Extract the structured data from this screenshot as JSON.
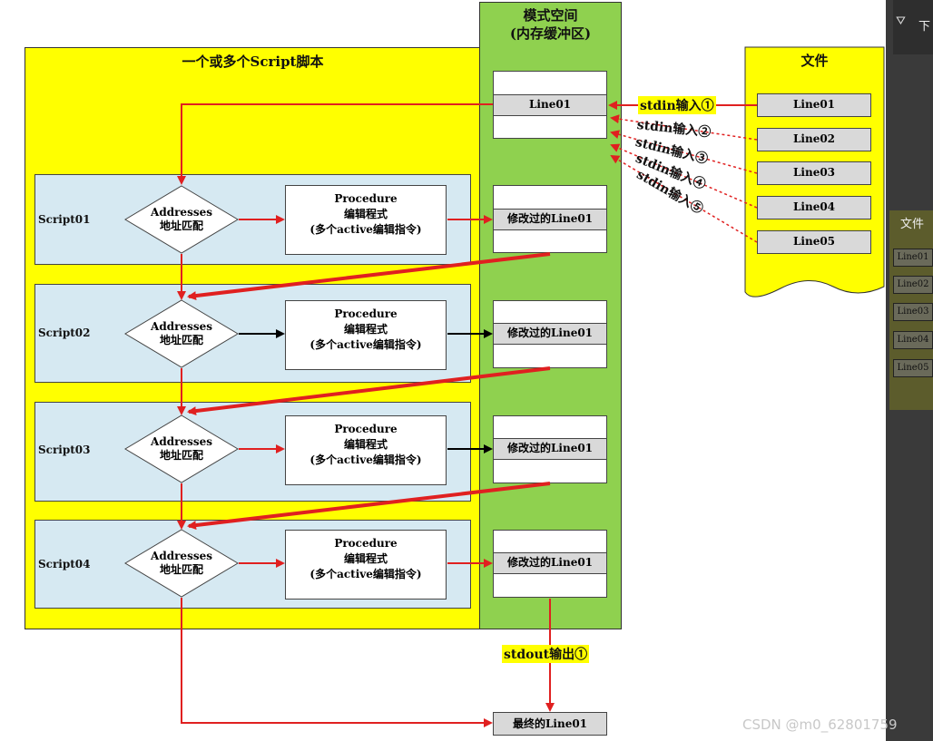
{
  "scripts_panel": {
    "title": "一个或多个Script脚本"
  },
  "pattern_space": {
    "title_line1": "模式空间",
    "title_line2": "(内存缓冲区)"
  },
  "files_panel": {
    "title": "文件",
    "lines": [
      "Line01",
      "Line02",
      "Line03",
      "Line04",
      "Line05"
    ]
  },
  "input_line": "Line01",
  "scripts": [
    {
      "name": "Script01",
      "addr_line1": "Addresses",
      "addr_line2": "地址匹配",
      "proc_line1": "Procedure",
      "proc_line2": "编辑程式",
      "proc_line3": "(多个active编辑指令)",
      "buffer_text": "修改过的Line01"
    },
    {
      "name": "Script02",
      "addr_line1": "Addresses",
      "addr_line2": "地址匹配",
      "proc_line1": "Procedure",
      "proc_line2": "编辑程式",
      "proc_line3": "(多个active编辑指令)",
      "buffer_text": "修改过的Line01"
    },
    {
      "name": "Script03",
      "addr_line1": "Addresses",
      "addr_line2": "地址匹配",
      "proc_line1": "Procedure",
      "proc_line2": "编辑程式",
      "proc_line3": "(多个active编辑指令)",
      "buffer_text": "修改过的Line01"
    },
    {
      "name": "Script04",
      "addr_line1": "Addresses",
      "addr_line2": "地址匹配",
      "proc_line1": "Procedure",
      "proc_line2": "编辑程式",
      "proc_line3": "(多个active编辑指令)",
      "buffer_text": "修改过的Line01"
    }
  ],
  "stdin_labels": [
    "stdin输入①",
    "stdin输入②",
    "stdin输入③",
    "stdin输入④",
    "stdin输入⑤"
  ],
  "stdout_label": "stdout输出①",
  "final_output": "最终的Line01",
  "side_strip": {
    "title": "文件",
    "lines": [
      "Line01",
      "Line02",
      "Line03",
      "Line04",
      "Line05"
    ],
    "top_glyph": "下"
  },
  "watermark": "CSDN @m0_62801759",
  "colors": {
    "arrow_red": "#e02020",
    "yellow": "#ffff00",
    "green": "#8fd14f",
    "script_bg": "#d6e9f2"
  }
}
